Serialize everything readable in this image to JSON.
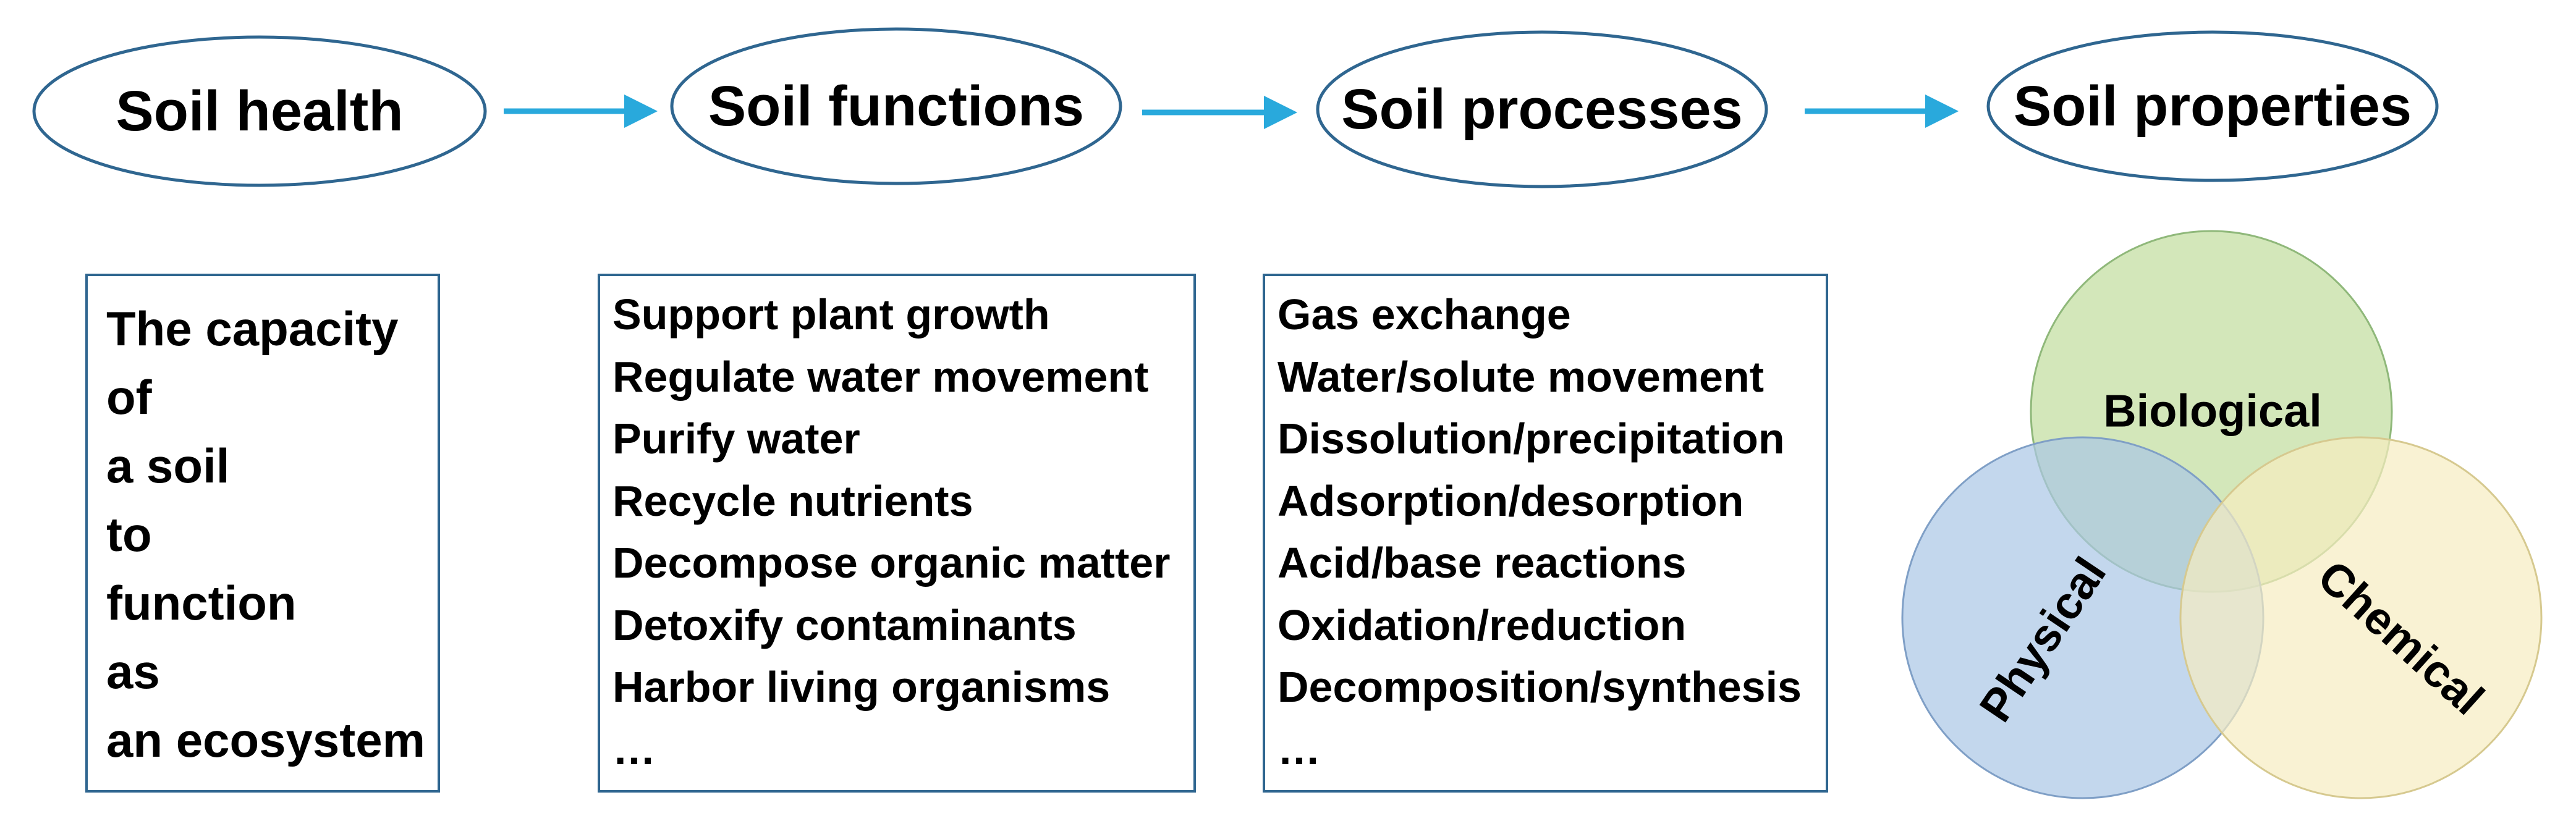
{
  "flow": {
    "steps": [
      {
        "label": "Soil health"
      },
      {
        "label": "Soil functions"
      },
      {
        "label": "Soil processes"
      },
      {
        "label": "Soil properties"
      }
    ]
  },
  "definition_box": {
    "lines": [
      "The capacity",
      "of",
      "a soil",
      "to",
      "function",
      "as",
      "an ecosystem"
    ]
  },
  "functions_box": {
    "items": [
      "Support plant growth",
      "Regulate water movement",
      "Purify water",
      "Recycle nutrients",
      "Decompose organic matter",
      "Detoxify contaminants",
      "Harbor living organisms",
      "…"
    ]
  },
  "processes_box": {
    "items": [
      "Gas exchange",
      "Water/solute movement",
      "Dissolution/precipitation",
      "Adsorption/desorption",
      "Acid/base reactions",
      "Oxidation/reduction",
      "Decomposition/synthesis",
      "…"
    ]
  },
  "venn": {
    "circles": [
      {
        "label": "Biological",
        "color": "#c7e0a6"
      },
      {
        "label": "Physical",
        "color": "#a9c6e6"
      },
      {
        "label": "Chemical",
        "color": "#f7ecc0"
      }
    ]
  },
  "colors": {
    "arrow": "#29a9dc",
    "ellipse_border": "#2f6690",
    "box_border": "#2f6690"
  }
}
